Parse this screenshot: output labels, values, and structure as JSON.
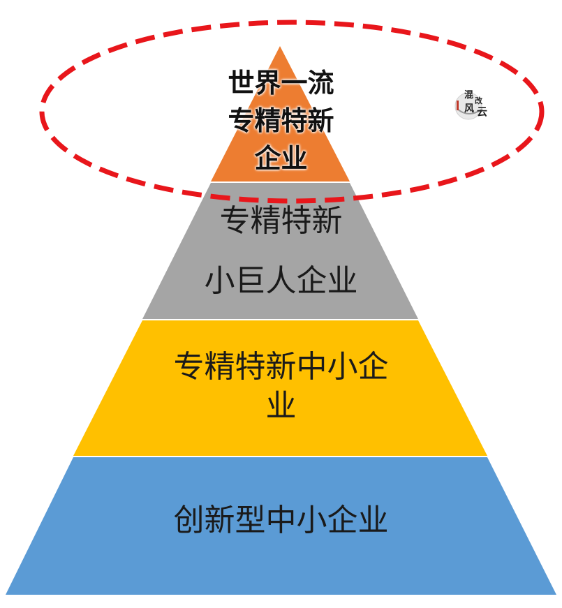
{
  "pyramid": {
    "tiers": [
      {
        "lines": [
          "世界一流",
          "专精特新",
          "企业"
        ],
        "color": "#ED7D31"
      },
      {
        "lines": [
          "专精特新",
          "小巨人企业"
        ],
        "color": "#A5A5A5"
      },
      {
        "lines": [
          "专精特新中小企",
          "业"
        ],
        "color": "#FFC000"
      },
      {
        "lines": [
          "创新型中小企业"
        ],
        "color": "#5B9BD5"
      }
    ],
    "highlight": {
      "shape": "dashed-ellipse",
      "color": "#E8161B",
      "target": "tier-1"
    }
  },
  "watermark": {
    "text": "混改风云"
  }
}
